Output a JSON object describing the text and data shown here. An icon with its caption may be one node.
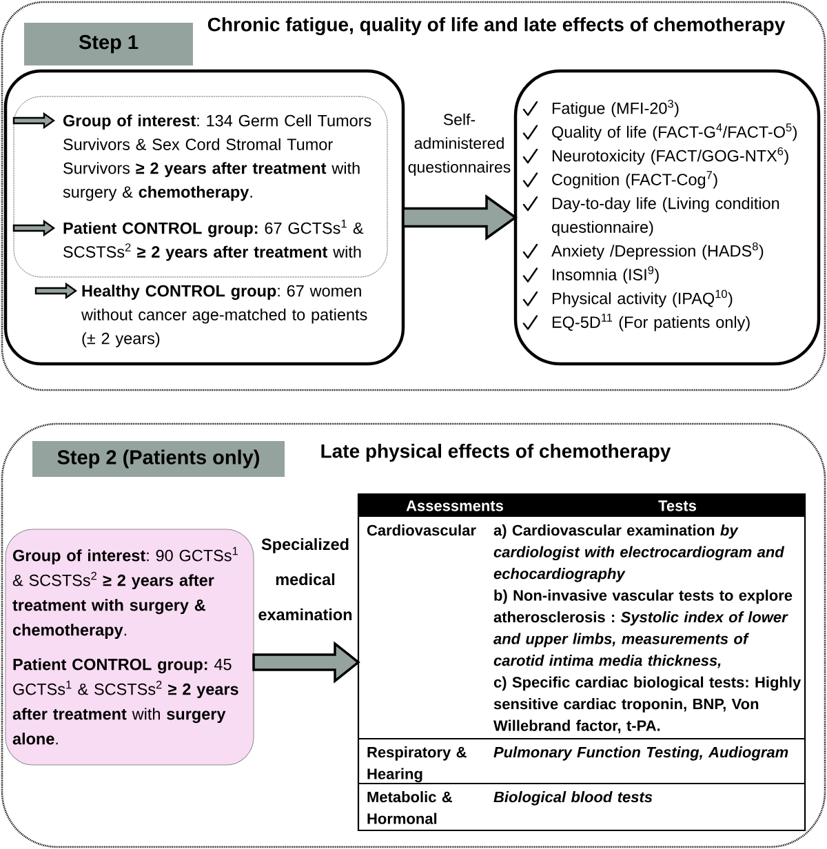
{
  "diagram": {
    "nodes": [
      {
        "text": [
          "Chronic fatigue, quality of life and late effects of chemotherapy"
        ]
      },
      {
        "text": [
          "Step 1"
        ],
        "in": 0
      },
      {
        "text": [
          "**Healthy CONTROL group**: 67 women without cancer age-matched to patients (± 2 years)"
        ],
        "in": 0
      },
      {
        "text": [
          "**Group of interest**: 134 Germ Cell Tumors Survivors & Sex Cord Stromal Tumor Survivors **≥ 2 years after treatment** with surgery & **chemotherapy**.",
          "**Patient CONTROL group:** 67 GCTSs$^{1}$ & SCSTSs$^{2}$ **≥ 2 years after treatment** with"
        ],
        "in": 2
      },
      {
        "text": [
          "Fatigue (MFI-20$^{3}$)",
          "Quality of life (FACT-G$^{4}$/FACT-O$^{5}$)",
          "Neurotoxicity (FACT/GOG-NTX$^{6}$)",
          "Cognition (FACT-Cog$^{7}$)",
          "Day-to-day life (Living condition questionnaire)",
          "Anxiety /Depression (HADS$^{8}$)",
          "Insomnia (ISI$^{9}$)",
          "Physical activity (IPAQ$^{10}$)",
          "EQ-5D$^{11}$ (For patients only)"
        ],
        "in": 0
      },
      {
        "text": [
          "Late physical effects of chemotherapy"
        ]
      },
      {
        "text": [
          "Step 2 (Patients only)"
        ],
        "in": 5
      },
      {
        "text": [
          "**Group of interest**: 90 GCTSs$^{1}$ & SCSTSs$^{2}$ **≥ 2 years after treatment with surgery & chemotherapy**.",
          "**Patient CONTROL group:** 45 GCTSs$^{1}$ & SCSTSs$^{2}$ **≥ 2 years after treatment** with **surgery alone**."
        ],
        "in": 5
      },
      {
        "text": [
          "Assessments",
          "Tests",
          "Cardiovascular",
          "a) Cardiovascular examination *by cardiologist with electrocardiogram and echocardiography*",
          "b) Non-invasive vascular tests to explore atherosclerosis : *Systolic index of lower and upper limbs, measurements of carotid intima media thickness,*",
          "c) Specific cardiac biological tests: Highly sensitive cardiac troponin, BNP, Von Willebrand factor, t-PA.",
          "Respiratory & Hearing",
          "Pulmonary Function Testing, Audiogram",
          "Metabolic & Hormonal",
          "Biological blood tests"
        ],
        "in": 5
      }
    ],
    "edges": [
      {
        "from": 2,
        "to": 4,
        "arrow": "to",
        "label": "Self-administered questionnaires"
      },
      {
        "from": 7,
        "to": 8,
        "arrow": "to",
        "label": "Specialized medical examination"
      }
    ]
  }
}
